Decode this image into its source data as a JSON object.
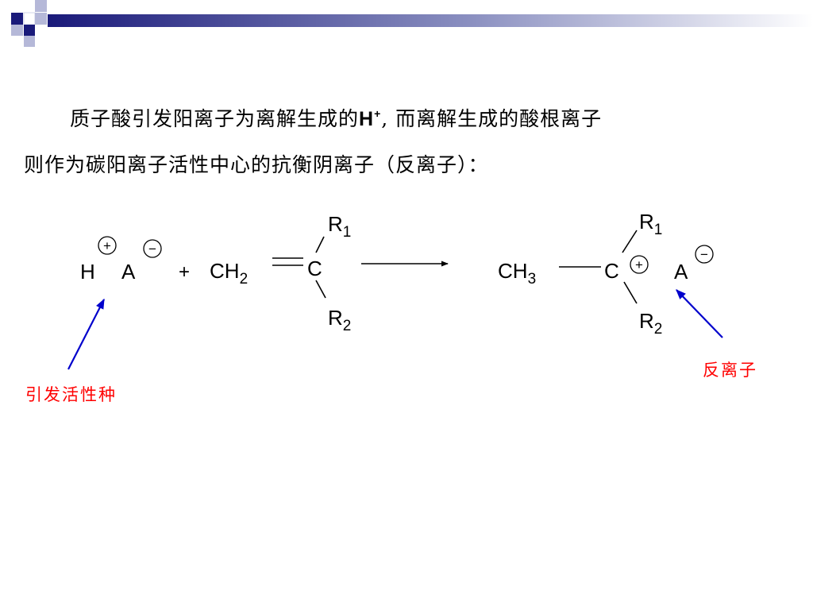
{
  "paragraph": {
    "line1_a": "质子酸引发阳离子为离解生成的",
    "proton_symbol": "H",
    "proton_charge": "+",
    "line1_b": ", 而离解生成的酸根离子",
    "line2": "则作为碳阳离子活性中心的抗衡阴离子（反离子）："
  },
  "reactants": {
    "H": "H",
    "A": "A",
    "plus_charge": "+",
    "minus_charge": "−",
    "plus_sign": "+",
    "ch2_c": "C",
    "ch2_h": "H",
    "ch2_sub": "2",
    "c": "C",
    "r1": "R",
    "r1_sub": "1",
    "r2": "R",
    "r2_sub": "2"
  },
  "products": {
    "ch3_c": "C",
    "ch3_h": "H",
    "ch3_sub": "3",
    "c": "C",
    "plus_charge": "+",
    "A": "A",
    "minus_charge": "−",
    "r1": "R",
    "r1_sub": "1",
    "r2": "R",
    "r2_sub": "2"
  },
  "labels": {
    "initiator": "引发活性种",
    "counter_ion": "反离子"
  },
  "colors": {
    "arrow": "#0000cc",
    "label": "#ff0000",
    "deco_dark": "#1a1a7a",
    "deco_light": "#b5b8d8"
  }
}
